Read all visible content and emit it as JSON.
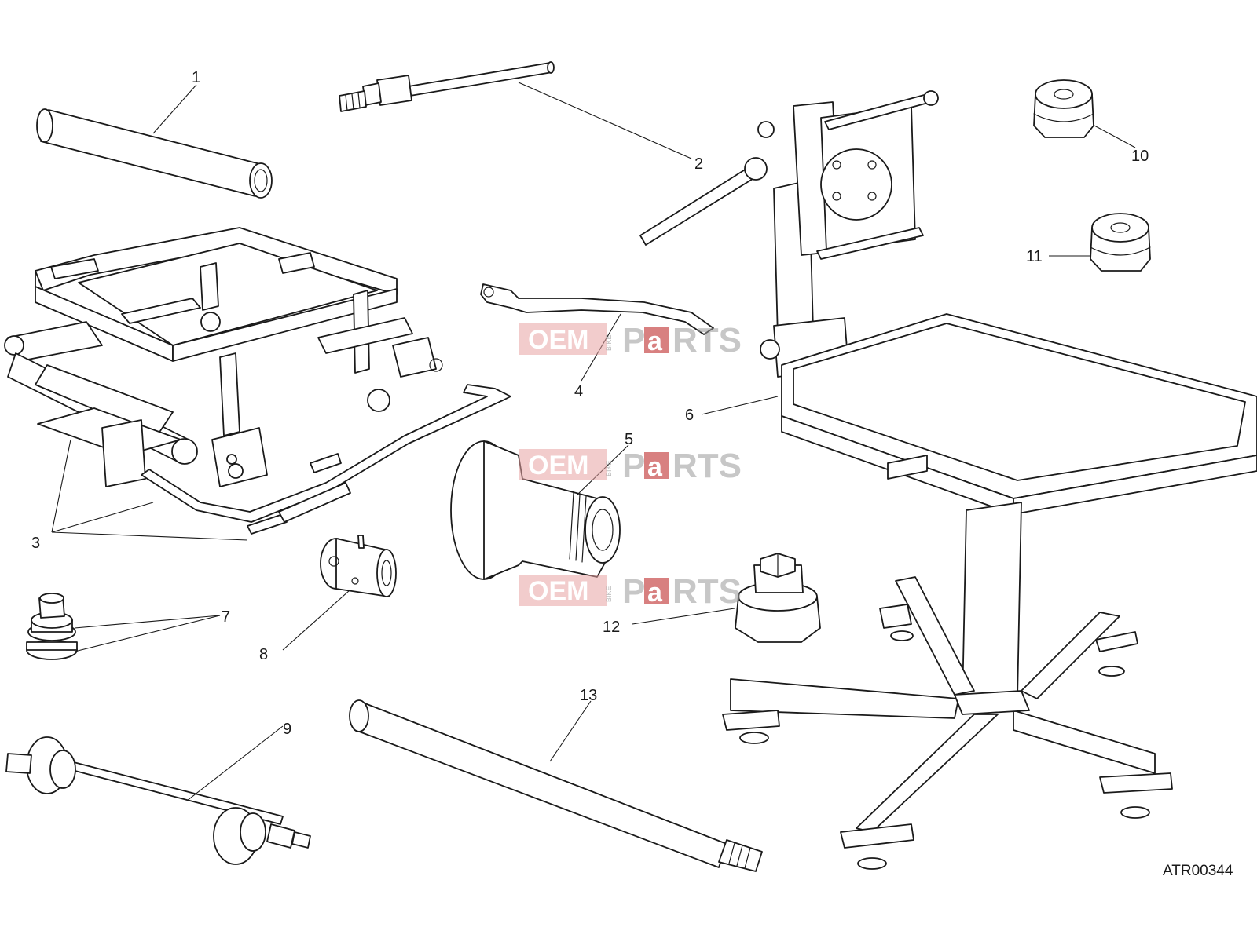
{
  "diagram": {
    "drawing_code": "ATR00344",
    "callouts": [
      {
        "id": "1",
        "label": "1"
      },
      {
        "id": "2",
        "label": "2"
      },
      {
        "id": "3",
        "label": "3"
      },
      {
        "id": "4",
        "label": "4"
      },
      {
        "id": "5",
        "label": "5"
      },
      {
        "id": "6",
        "label": "6"
      },
      {
        "id": "7",
        "label": "7"
      },
      {
        "id": "8",
        "label": "8"
      },
      {
        "id": "9",
        "label": "9"
      },
      {
        "id": "10",
        "label": "10"
      },
      {
        "id": "11",
        "label": "11"
      },
      {
        "id": "12",
        "label": "12"
      },
      {
        "id": "13",
        "label": "13"
      }
    ]
  },
  "watermark": {
    "left": "OEM",
    "middle": "BIKE",
    "right_1": "P",
    "right_2": "a",
    "right_3": "RTS",
    "color": "#e8a2a2"
  }
}
